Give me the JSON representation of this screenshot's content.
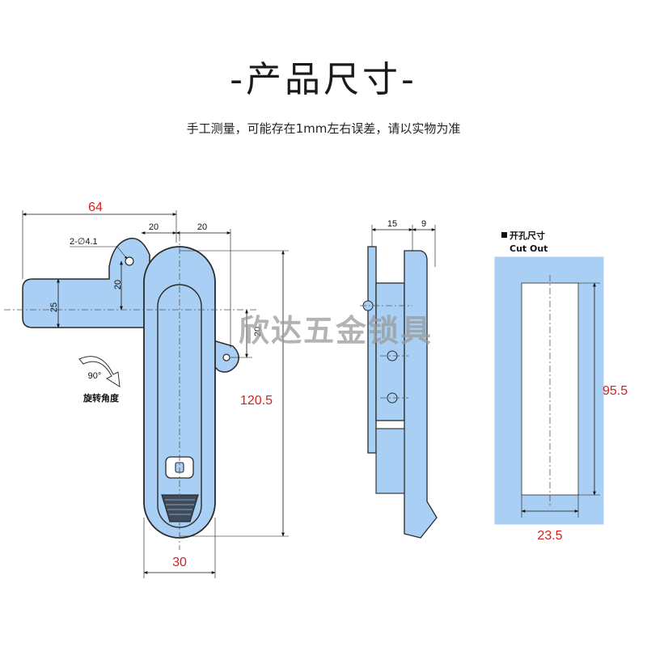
{
  "header": {
    "title": "-产品尺寸-",
    "subtitle": "手工测量，可能存在1mm左右误差，请以实物为准"
  },
  "front_view": {
    "dim_total_width": "64",
    "dim_segment_a": "20",
    "dim_segment_b": "20",
    "hole_note": "2-∅4.1",
    "dim_vertical_left_top": "20",
    "dim_vertical_left": "25",
    "dim_vertical_right": "20",
    "dim_height": "120.5",
    "dim_bottom_width": "30",
    "rotation_angle": "90°",
    "rotation_label": "旋转角度"
  },
  "side_view": {
    "dim_a": "15",
    "dim_b": "9"
  },
  "cutout": {
    "label_cn": "开孔尺寸",
    "label_en": "Cut Out",
    "dim_height": "95.5",
    "dim_width": "23.5"
  },
  "watermark": "欣达五金锁具",
  "colors": {
    "part_fill": "#a9cff5",
    "part_stroke": "#2a2a2a",
    "dim_red": "#d81e1e",
    "cutout_bg": "#a9cff5"
  }
}
